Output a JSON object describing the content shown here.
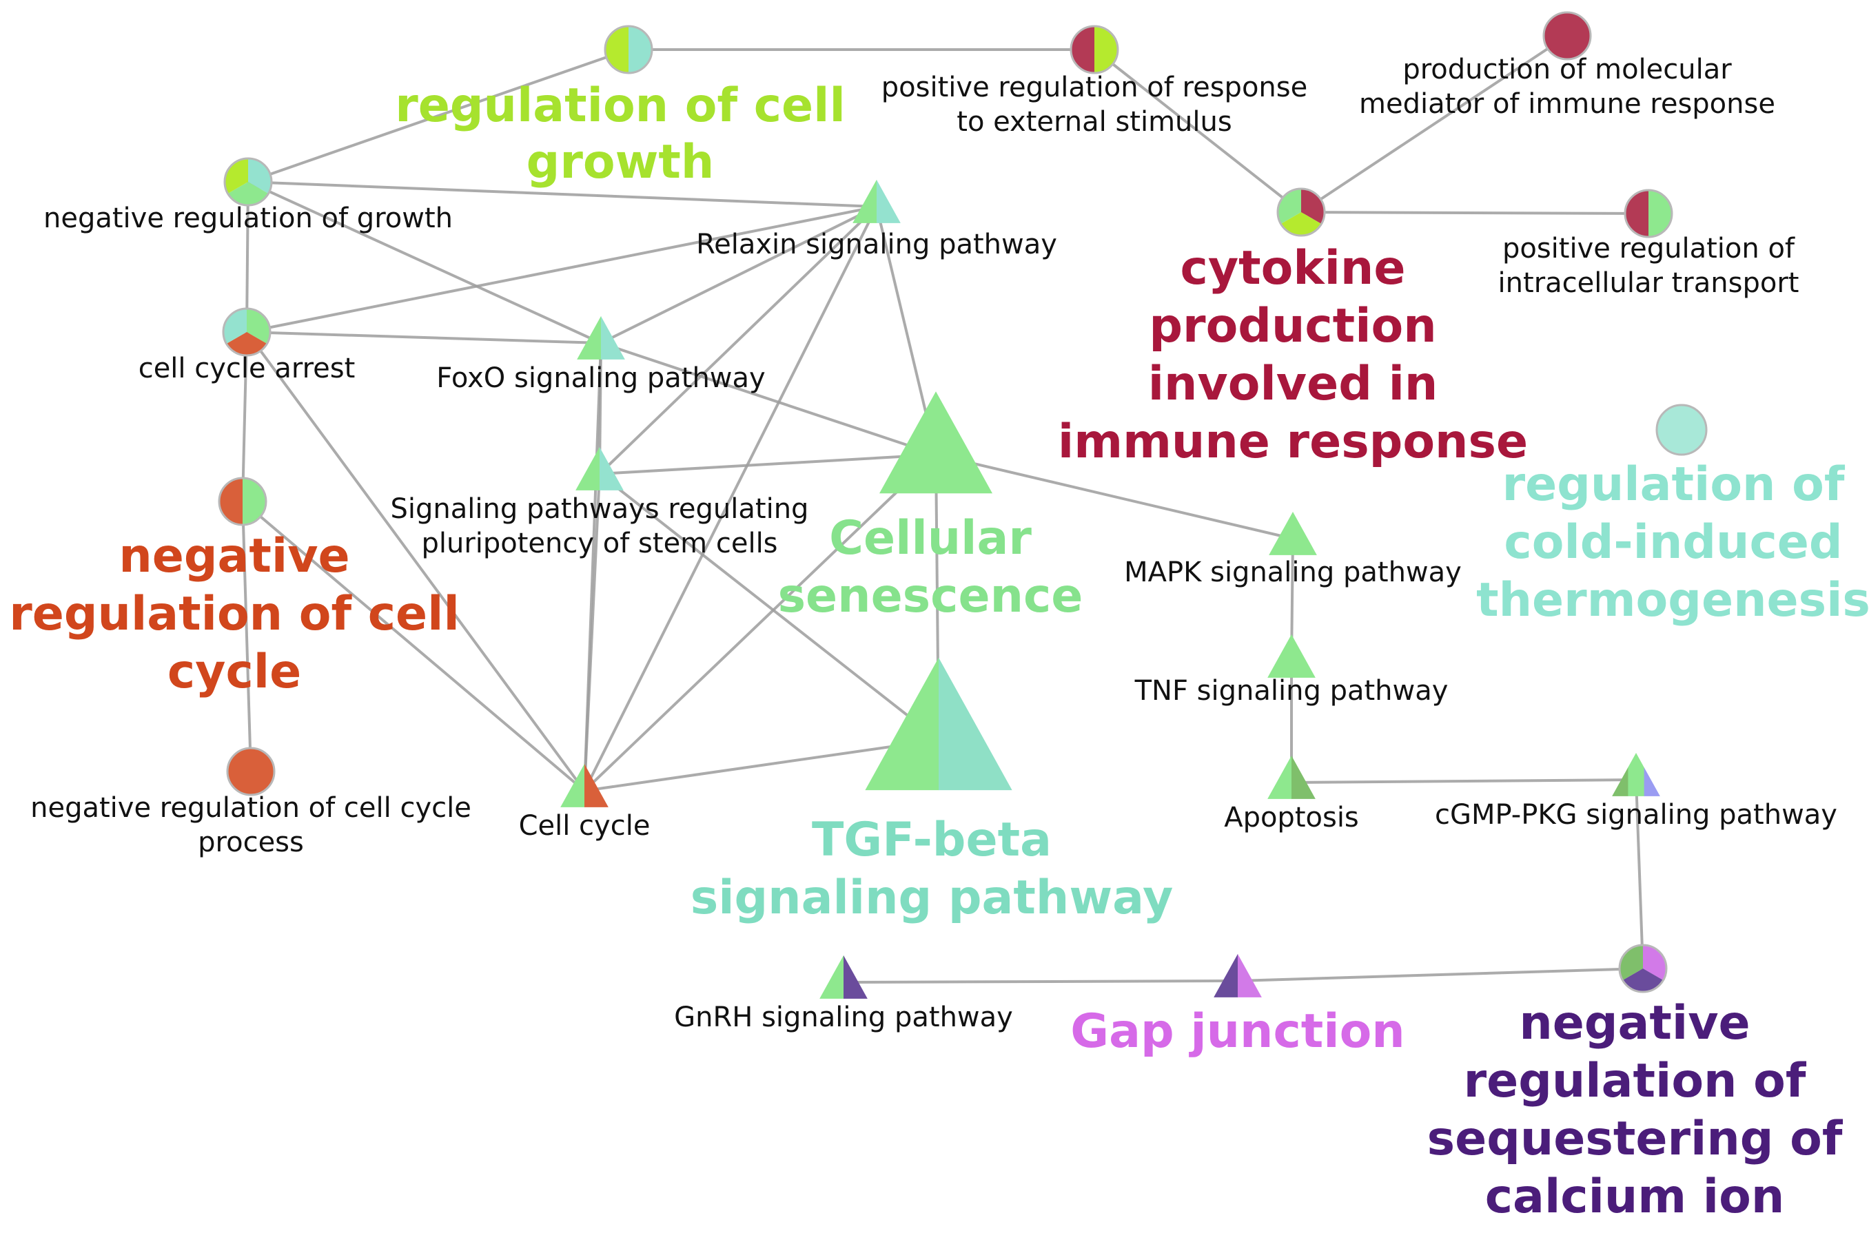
{
  "nodes": {
    "reg_cell_growth_node": {
      "shape": "circle",
      "colors": [
        "#94e2cf",
        "#b5ea2e"
      ]
    },
    "pos_reg_response_ext": {
      "shape": "circle",
      "colors": [
        "#b5ea2e",
        "#b33a55"
      ],
      "label": [
        "positive regulation of response",
        "to external stimulus"
      ]
    },
    "prod_molecular_mediator": {
      "shape": "circle",
      "colors": [
        "#b33a55"
      ],
      "label": [
        "production of molecular",
        "mediator of immune response"
      ]
    },
    "neg_reg_growth": {
      "shape": "circle",
      "colors": [
        "#94e2cf",
        "#8ee88e",
        "#b5ea2e"
      ],
      "label": [
        "negative regulation of growth"
      ]
    },
    "relaxin": {
      "shape": "triangle",
      "colors": [
        "#8ee88e",
        "#94e2cf"
      ],
      "label": [
        "Relaxin signaling pathway"
      ]
    },
    "cytokine_node": {
      "shape": "circle",
      "colors": [
        "#b33a55",
        "#b5ea2e",
        "#8ee88e"
      ]
    },
    "pos_reg_intracellular": {
      "shape": "circle",
      "colors": [
        "#8ee88e",
        "#b33a55"
      ],
      "label": [
        "positive regulation of",
        "intracellular transport"
      ]
    },
    "cell_cycle_arrest": {
      "shape": "circle",
      "colors": [
        "#8ee88e",
        "#d9603a",
        "#94e2cf"
      ],
      "label": [
        "cell cycle arrest"
      ]
    },
    "foxo": {
      "shape": "triangle",
      "colors": [
        "#8ee88e",
        "#94e2cf"
      ],
      "label": [
        "FoxO signaling pathway"
      ]
    },
    "signaling_pluripotency": {
      "shape": "triangle",
      "colors": [
        "#8ee88e",
        "#94e2cf"
      ],
      "label": [
        "Signaling pathways regulating",
        "pluripotency of stem cells"
      ]
    },
    "cellular_senescence_node": {
      "shape": "triangle",
      "colors": [
        "#8ee88e"
      ]
    },
    "cold_thermo_node": {
      "shape": "circle",
      "colors": [
        "#a8e8d8"
      ]
    },
    "neg_reg_cell_cycle_node": {
      "shape": "circle",
      "colors": [
        "#8ee88e",
        "#d9603a"
      ]
    },
    "mapk": {
      "shape": "triangle",
      "colors": [
        "#8ee88e"
      ],
      "label": [
        "MAPK signaling pathway"
      ]
    },
    "tnf": {
      "shape": "triangle",
      "colors": [
        "#8ee88e"
      ],
      "label": [
        "TNF signaling pathway"
      ]
    },
    "tgf_beta_node": {
      "shape": "triangle",
      "colors": [
        "#8ee88e",
        "#8fe0c6"
      ]
    },
    "neg_reg_cell_cycle_process": {
      "shape": "circle",
      "colors": [
        "#d9603a"
      ],
      "label": [
        "negative regulation of cell cycle",
        "process"
      ]
    },
    "cell_cycle": {
      "shape": "triangle",
      "colors": [
        "#8ee88e",
        "#d9603a"
      ],
      "label": [
        "Cell cycle"
      ]
    },
    "apoptosis": {
      "shape": "triangle",
      "colors": [
        "#8ee88e",
        "#7fbf6b"
      ],
      "label": [
        "Apoptosis"
      ]
    },
    "cgmp_pkg": {
      "shape": "triangle",
      "colors": [
        "#7fbf6b",
        "#8ee88e",
        "#9a9cf2"
      ],
      "label": [
        "cGMP-PKG signaling pathway"
      ]
    },
    "gnrh": {
      "shape": "triangle",
      "colors": [
        "#8ee88e",
        "#6a4c9c"
      ],
      "label": [
        "GnRH signaling pathway"
      ]
    },
    "gap_junction_node": {
      "shape": "triangle",
      "colors": [
        "#6a4c9c",
        "#d27ae8"
      ]
    },
    "neg_reg_calcium_node": {
      "shape": "circle",
      "colors": [
        "#d27ae8",
        "#6a4c9c",
        "#7fbf6b"
      ]
    }
  },
  "edges": [
    [
      "reg_cell_growth_node",
      "pos_reg_response_ext"
    ],
    [
      "reg_cell_growth_node",
      "neg_reg_growth"
    ],
    [
      "pos_reg_response_ext",
      "cytokine_node"
    ],
    [
      "prod_molecular_mediator",
      "cytokine_node"
    ],
    [
      "cytokine_node",
      "pos_reg_intracellular"
    ],
    [
      "neg_reg_growth",
      "relaxin"
    ],
    [
      "neg_reg_growth",
      "foxo"
    ],
    [
      "neg_reg_growth",
      "cell_cycle_arrest"
    ],
    [
      "cell_cycle_arrest",
      "relaxin"
    ],
    [
      "cell_cycle_arrest",
      "foxo"
    ],
    [
      "cell_cycle_arrest",
      "neg_reg_cell_cycle_node"
    ],
    [
      "cell_cycle_arrest",
      "cell_cycle"
    ],
    [
      "relaxin",
      "foxo"
    ],
    [
      "relaxin",
      "signaling_pluripotency"
    ],
    [
      "relaxin",
      "cellular_senescence_node"
    ],
    [
      "relaxin",
      "cell_cycle"
    ],
    [
      "foxo",
      "signaling_pluripotency"
    ],
    [
      "foxo",
      "cell_cycle"
    ],
    [
      "signaling_pluripotency",
      "cellular_senescence_node"
    ],
    [
      "signaling_pluripotency",
      "cell_cycle"
    ],
    [
      "signaling_pluripotency",
      "tgf_beta_node"
    ],
    [
      "foxo",
      "cellular_senescence_node"
    ],
    [
      "cellular_senescence_node",
      "mapk"
    ],
    [
      "cellular_senescence_node",
      "cell_cycle"
    ],
    [
      "cellular_senescence_node",
      "tgf_beta_node"
    ],
    [
      "tgf_beta_node",
      "cell_cycle"
    ],
    [
      "neg_reg_cell_cycle_node",
      "neg_reg_cell_cycle_process"
    ],
    [
      "neg_reg_cell_cycle_node",
      "cell_cycle"
    ],
    [
      "mapk",
      "tnf"
    ],
    [
      "tnf",
      "apoptosis"
    ],
    [
      "apoptosis",
      "cgmp_pkg"
    ],
    [
      "cgmp_pkg",
      "neg_reg_calcium_node"
    ],
    [
      "neg_reg_calcium_node",
      "gap_junction_node"
    ],
    [
      "gap_junction_node",
      "gnrh"
    ]
  ],
  "groups": [
    {
      "id": "regulation_of_cell_growth",
      "lines": [
        "regulation of cell",
        "growth"
      ],
      "color": "#a6e22e"
    },
    {
      "id": "cytokine_production",
      "lines": [
        "cytokine",
        "production",
        "involved in",
        "immune response"
      ],
      "color": "#a8173c"
    },
    {
      "id": "cold_induced_thermogenesis",
      "lines": [
        "regulation of",
        "cold-induced",
        "thermogenesis"
      ],
      "color": "#8ee3cf"
    },
    {
      "id": "cellular_senescence",
      "lines": [
        "Cellular",
        "senescence"
      ],
      "color": "#86e28c"
    },
    {
      "id": "negative_regulation_cell_cycle",
      "lines": [
        "negative",
        "regulation of cell",
        "cycle"
      ],
      "color": "#d1461c"
    },
    {
      "id": "tgf_beta",
      "lines": [
        "TGF-beta",
        "signaling pathway"
      ],
      "color": "#7fdcc0"
    },
    {
      "id": "gap_junction",
      "lines": [
        "Gap junction"
      ],
      "color": "#d66ae8"
    },
    {
      "id": "negative_regulation_calcium",
      "lines": [
        "negative",
        "regulation of",
        "sequestering of",
        "calcium ion"
      ],
      "color": "#4b1d7a"
    }
  ]
}
